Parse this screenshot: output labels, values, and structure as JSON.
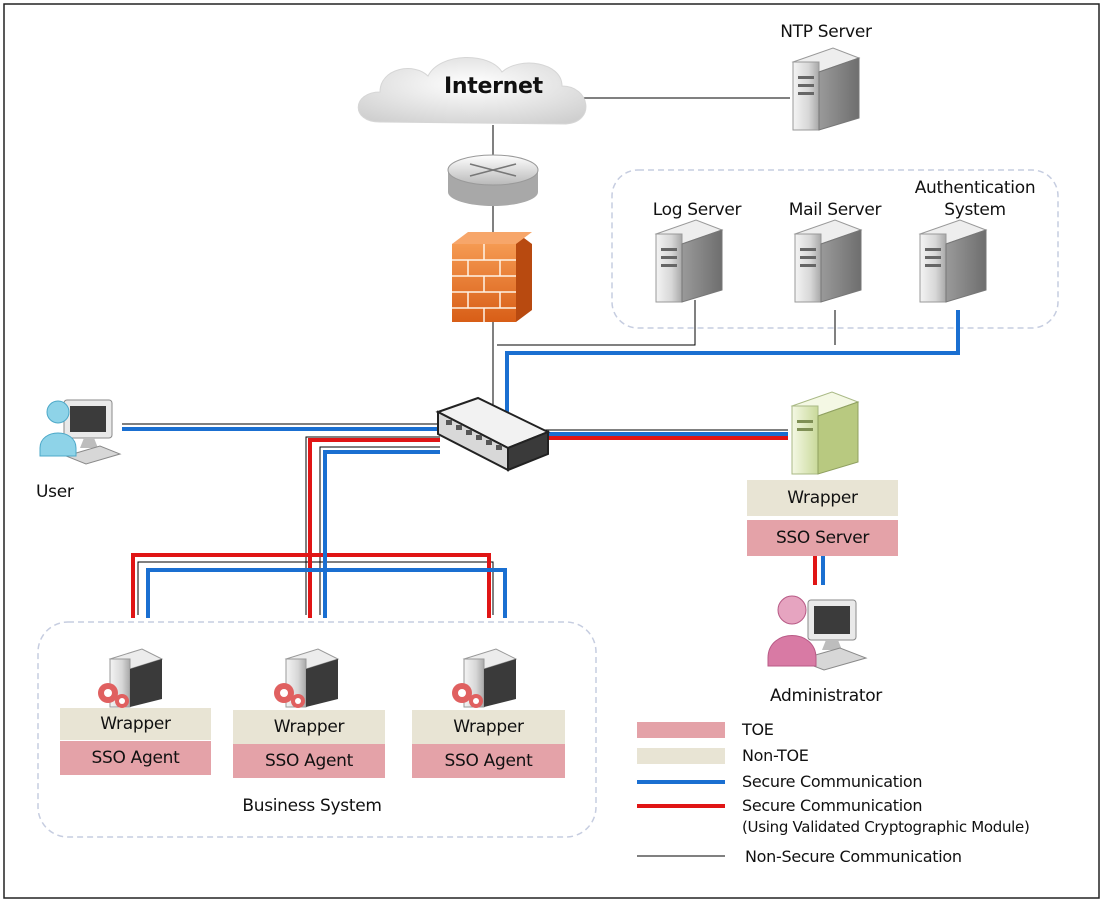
{
  "cloud": {
    "label": "Internet"
  },
  "servers": {
    "ntp": "NTP Server",
    "log": "Log Server",
    "mail": "Mail Server",
    "auth_line1": "Authentication",
    "auth_line2": "System"
  },
  "user": {
    "label": "User"
  },
  "admin": {
    "label": "Administrator"
  },
  "sso_server": {
    "wrapper": "Wrapper",
    "name": "SSO Server"
  },
  "agents": [
    {
      "wrapper": "Wrapper",
      "name": "SSO Agent"
    },
    {
      "wrapper": "Wrapper",
      "name": "SSO Agent"
    },
    {
      "wrapper": "Wrapper",
      "name": "SSO Agent"
    }
  ],
  "business_system": {
    "label": "Business System"
  },
  "legend": {
    "toe": "TOE",
    "non_toe": "Non-TOE",
    "secure": "Secure Communication",
    "secure_validated_line1": "Secure Communication",
    "secure_validated_line2": "(Using Validated Cryptographic Module)",
    "non_secure": "Non-Secure Communication"
  },
  "colors": {
    "toe": "#e4a2a8",
    "non_toe": "#e8e4d4",
    "secure": "#1a6fd1",
    "secure_validated": "#e01515",
    "non_secure": "#000000",
    "firewall": "#e8732a"
  }
}
